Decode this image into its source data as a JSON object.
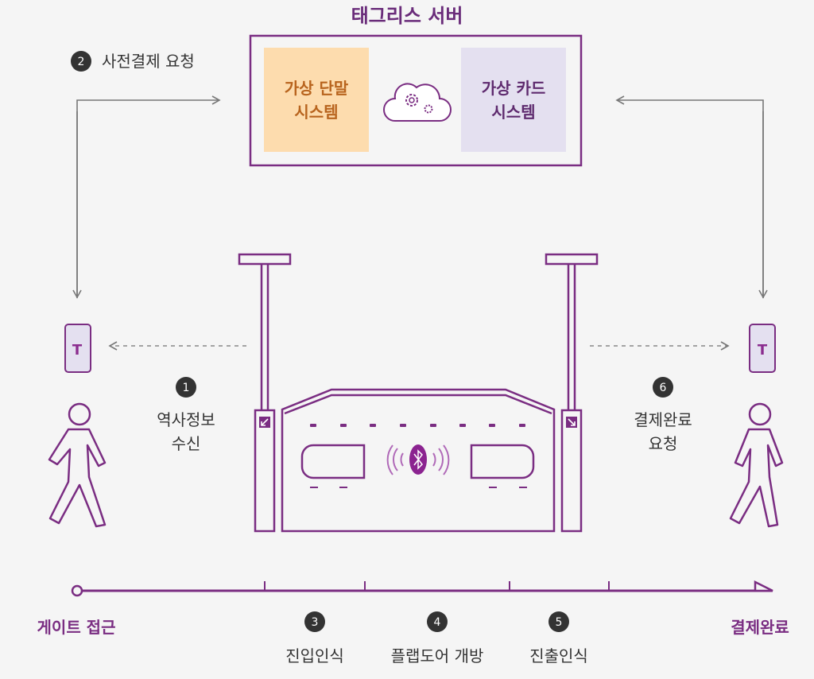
{
  "server": {
    "title": "태그리스 서버",
    "terminal_line1": "가상 단말",
    "terminal_line2": "시스템",
    "card_line1": "가상 카드",
    "card_line2": "시스템"
  },
  "steps": [
    {
      "num": "1",
      "line1": "역사정보",
      "line2": "수신"
    },
    {
      "num": "2",
      "label": "사전결제 요청"
    },
    {
      "num": "3",
      "label": "진입인식"
    },
    {
      "num": "4",
      "label": "플랩도어 개방"
    },
    {
      "num": "5",
      "label": "진출인식"
    },
    {
      "num": "6",
      "line1": "결제완료",
      "line2": "요청"
    }
  ],
  "timeline": {
    "start": "게이트 접근",
    "end": "결제완료"
  },
  "phone_logo": "T",
  "colors": {
    "purple": "#7a2d82",
    "orange_box": "#fddcae",
    "orange_text": "#b8641e",
    "lavender_box": "#e4e0f0",
    "badge": "#333333"
  }
}
